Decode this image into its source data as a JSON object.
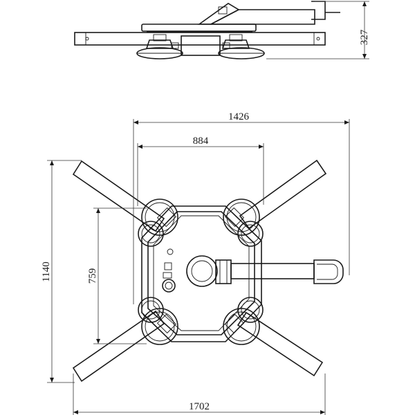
{
  "drawing": {
    "dimensions": {
      "height_side_view": "327",
      "overall_width_top": "1426",
      "inner_width_top": "884",
      "overall_height_left": "1140",
      "inner_height_left": "759",
      "overall_width_bottom": "1702"
    },
    "colors": {
      "line": "#1a1a1a",
      "background": "#ffffff"
    }
  }
}
